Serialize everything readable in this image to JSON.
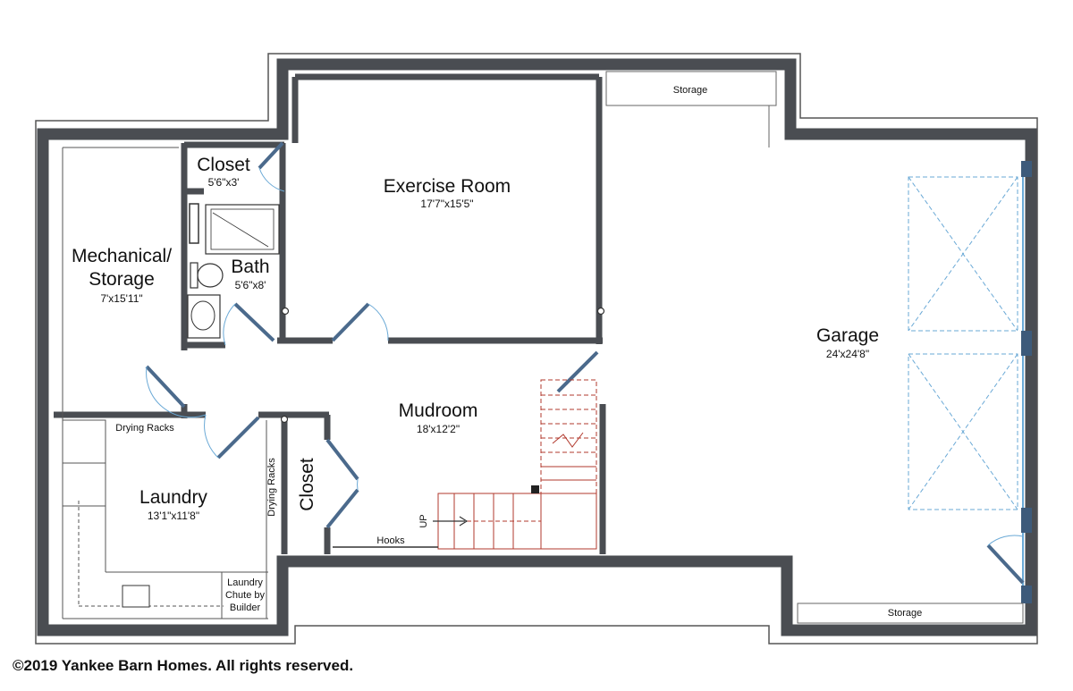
{
  "rooms": {
    "closet_top": {
      "name": "Closet",
      "dim": "5'6\"x3'"
    },
    "exercise": {
      "name": "Exercise Room",
      "dim": "17'7\"x15'5\""
    },
    "mechanical": {
      "name_line1": "Mechanical/",
      "name_line2": "Storage",
      "dim": "7'x15'11\""
    },
    "bath": {
      "name": "Bath",
      "dim": "5'6\"x8'"
    },
    "mudroom": {
      "name": "Mudroom",
      "dim": "18'x12'2\""
    },
    "laundry": {
      "name": "Laundry",
      "dim": "13'1\"x11'8\""
    },
    "closet_mud": {
      "name": "Closet"
    },
    "garage": {
      "name": "Garage",
      "dim": "24'x24'8\""
    }
  },
  "notes": {
    "storage_top": "Storage",
    "storage_bottom": "Storage",
    "drying_racks_h": "Drying Racks",
    "drying_racks_v": "Drying Racks",
    "hooks": "Hooks",
    "up": "UP",
    "chute_line1": "Laundry",
    "chute_line2": "Chute by",
    "chute_line3": "Builder"
  },
  "copyright": "©2019 Yankee Barn Homes. All rights reserved.",
  "colors": {
    "wall": "#4a4d52",
    "stair": "#b23a2e",
    "door": "#4b6a8c",
    "garage_door": "#6aa9d6"
  }
}
